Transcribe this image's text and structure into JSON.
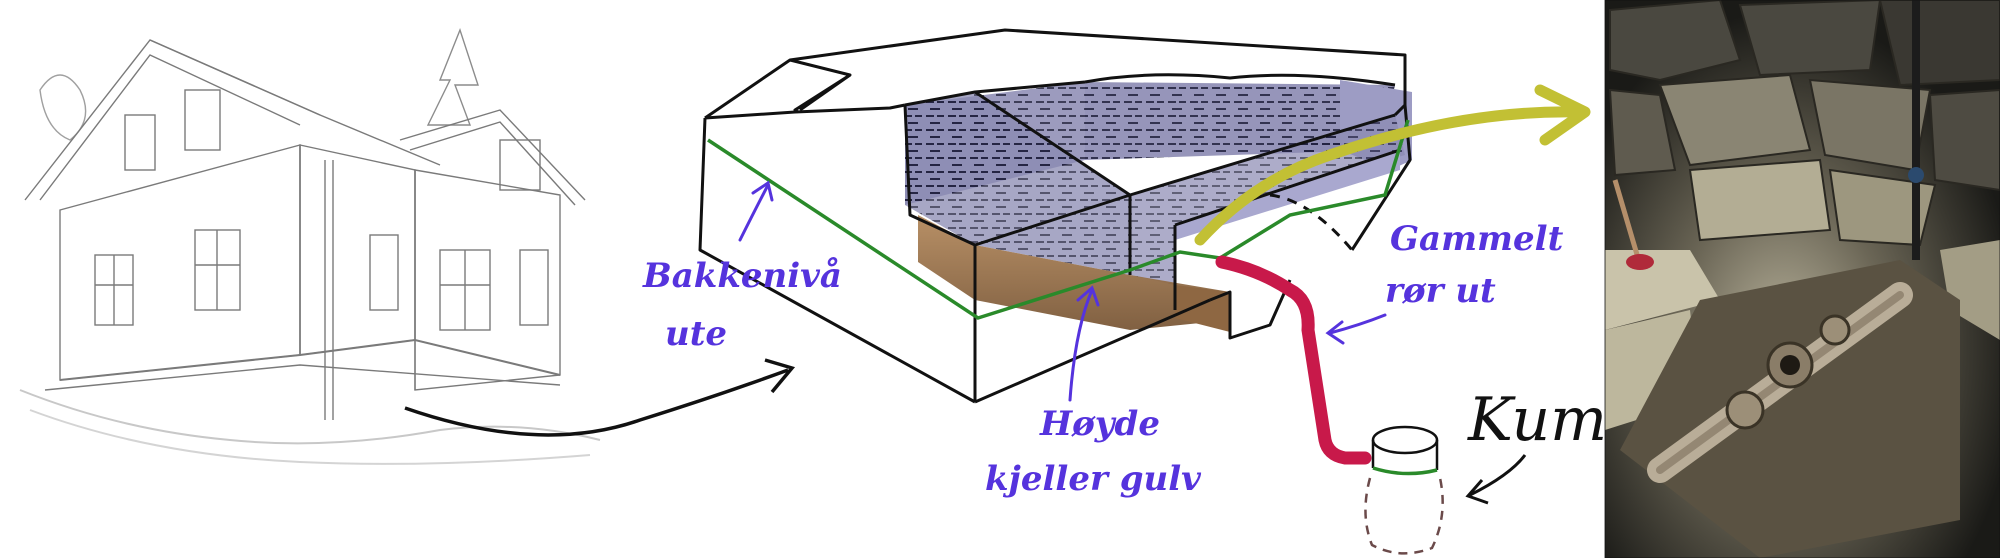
{
  "labels": {
    "ground_level": [
      "Bakkenivå",
      "ute"
    ],
    "basement_floor": [
      "Høyde",
      "kjeller gulv"
    ],
    "old_pipe": [
      "Gammelt",
      "rør ut"
    ],
    "manhole": "Kum"
  },
  "colors": {
    "label_purple": "#5533dd",
    "ground_line_green": "#2a8a2a",
    "pipe_red": "#c8194a",
    "arrow_yellow_green": "#c2c034",
    "ink": "#111111",
    "dirt_brown": "#9a7048",
    "stone_blue": "#3d3d7a"
  },
  "panels": {
    "left": "house-sketch",
    "center": "foundation-diagram",
    "right": "basement-photo"
  }
}
